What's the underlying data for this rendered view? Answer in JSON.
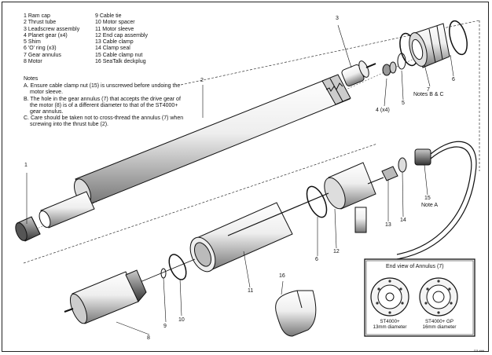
{
  "parts": [
    {
      "n": "1",
      "label": "Ram cap"
    },
    {
      "n": "2",
      "label": "Thrust tube"
    },
    {
      "n": "3",
      "label": "Leadscrew assembly"
    },
    {
      "n": "4",
      "label": "Planet gear (x4)"
    },
    {
      "n": "5",
      "label": "Shim"
    },
    {
      "n": "6",
      "label": "'O' ring (x3)"
    },
    {
      "n": "7",
      "label": "Gear annulus"
    },
    {
      "n": "8",
      "label": "Motor"
    },
    {
      "n": "9",
      "label": "Cable tie"
    },
    {
      "n": "10",
      "label": "Motor spacer"
    },
    {
      "n": "11",
      "label": "Motor sleeve"
    },
    {
      "n": "12",
      "label": "End cap assembly"
    },
    {
      "n": "13",
      "label": "Cable clamp"
    },
    {
      "n": "14",
      "label": "Clamp seal"
    },
    {
      "n": "15",
      "label": "Cable clamp nut"
    },
    {
      "n": "16",
      "label": "SeaTalk deckplug"
    }
  ],
  "notes_title": "Notes",
  "notes": [
    "A. Ensure cable clamp nut (15) is unscrewed before undoing the motor sleeve.",
    "B. The hole in the gear annulus (7) that accepts the drive gear of the motor (8) is of a different diameter to that of the ST4000+ gear annulus.",
    "C. Care should be taken not to cross-thread the annulus (7) when screwing into the thrust tube (2)."
  ],
  "callouts": {
    "c1": "1",
    "c2": "2",
    "c3": "3",
    "c4": "4 (x4)",
    "c5": "5",
    "c6a": "6",
    "c7": "7",
    "c_notes_bc": "Notes B & C",
    "c6b": "6",
    "c8": "8",
    "c9": "9",
    "c10": "10",
    "c11": "11",
    "c12": "12",
    "c13": "13",
    "c14": "14",
    "c15": "15",
    "c15_note": "Note A",
    "c16": "16"
  },
  "annulus_view": {
    "title": "End view of Annulus (7)",
    "left_name": "ST4000+",
    "left_diam": "13mm diameter",
    "right_name": "ST4000+ GP",
    "right_diam": "16mm diameter"
  },
  "corner_code": "D3 ###"
}
